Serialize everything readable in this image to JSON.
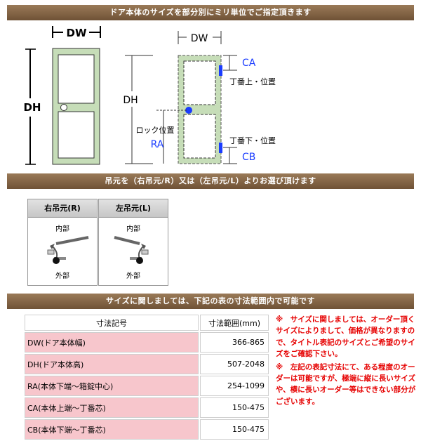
{
  "header1": "ドア本体のサイズを部分別にミリ単位でご指定頂きます",
  "header2": "吊元を（右吊元/R）又は（左吊元/L）よりお選び頂けます",
  "header3": "サイズに関しましては、下記の表の寸法範囲内で可能です",
  "diagram1": {
    "width_label": "DW",
    "height_label": "DH"
  },
  "diagram2": {
    "width_label": "DW",
    "height_label": "DH",
    "ca_label": "CA",
    "hinge_top_label": "丁番上・位置",
    "lock_label": "ロック位置",
    "ra_label": "RA",
    "hinge_bottom_label": "丁番下・位置",
    "cb_label": "CB"
  },
  "hinge_options": [
    {
      "title": "右吊元(R)",
      "inside": "内部",
      "outside": "外部"
    },
    {
      "title": "左吊元(L)",
      "inside": "内部",
      "outside": "外部"
    }
  ],
  "table": {
    "headers": [
      "寸法記号",
      "寸法範囲(mm)"
    ],
    "rows": [
      {
        "label": "DW(ドア本体幅)",
        "range": "366-865"
      },
      {
        "label": "DH(ドア本体高)",
        "range": "507-2048"
      },
      {
        "label": "RA(本体下端～箱錠中心)",
        "range": "254-1099"
      },
      {
        "label": "CA(本体上端～丁番芯)",
        "range": "150-475"
      },
      {
        "label": "CB(本体下端～丁番芯)",
        "range": "150-475"
      }
    ]
  },
  "notes": [
    "※　サイズに関しましては、オーダー頂くサイズによりまして、価格が異なりますので、タイトル表記のサイズとご希望のサイズをご確認下さい。",
    "※　左記の表記寸法にて、ある程度のオーダーは可能ですが、極端に縦に長いサイズや、横に長いオーダー等はできない部分がございます。"
  ],
  "colors": {
    "bar": "#7d5e3f",
    "door": "#c6ddb8",
    "accent": "#1a3cff",
    "pink": "#f7c6cc",
    "note": "#e60000"
  }
}
